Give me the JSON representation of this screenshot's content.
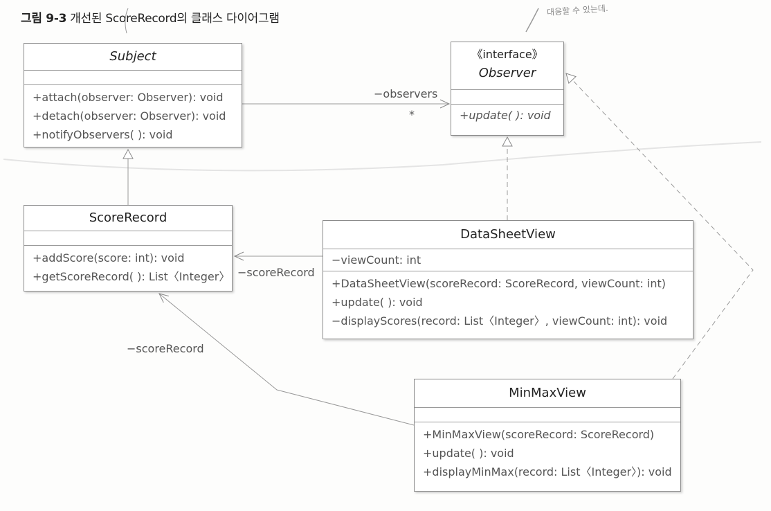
{
  "title": {
    "number": "그림 9-3",
    "text": "개선된 ScoreRecord의 클래스 다이어그램"
  },
  "note": "대응할 수 있는데.",
  "classes": {
    "subject": {
      "name": "Subject",
      "attributes": [],
      "methods": [
        "+attach(observer: Observer): void",
        "+detach(observer: Observer): void",
        "+notifyObservers( ): void"
      ]
    },
    "observer": {
      "stereotype": "《interface》",
      "name": "Observer",
      "attributes": [],
      "methods": [
        "+update( ): void"
      ]
    },
    "scorerecord": {
      "name": "ScoreRecord",
      "attributes": [],
      "methods": [
        "+addScore(score: int): void",
        "+getScoreRecord( ): List〈Integer〉"
      ]
    },
    "datasheetview": {
      "name": "DataSheetView",
      "attributes": [
        "−viewCount: int"
      ],
      "methods": [
        "+DataSheetView(scoreRecord: ScoreRecord, viewCount: int)",
        "+update( ): void",
        "−displayScores(record: List〈Integer〉, viewCount: int): void"
      ]
    },
    "minmaxview": {
      "name": "MinMaxView",
      "attributes": [],
      "methods": [
        "+MinMaxView(scoreRecord: ScoreRecord)",
        "+update( ): void",
        "+displayMinMax(record: List〈Integer〉): void"
      ]
    }
  },
  "relations": {
    "observers_role": "−observers",
    "observers_mult": "*",
    "datasheet_role": "−scoreRecord",
    "minmax_role": "−scoreRecord"
  }
}
